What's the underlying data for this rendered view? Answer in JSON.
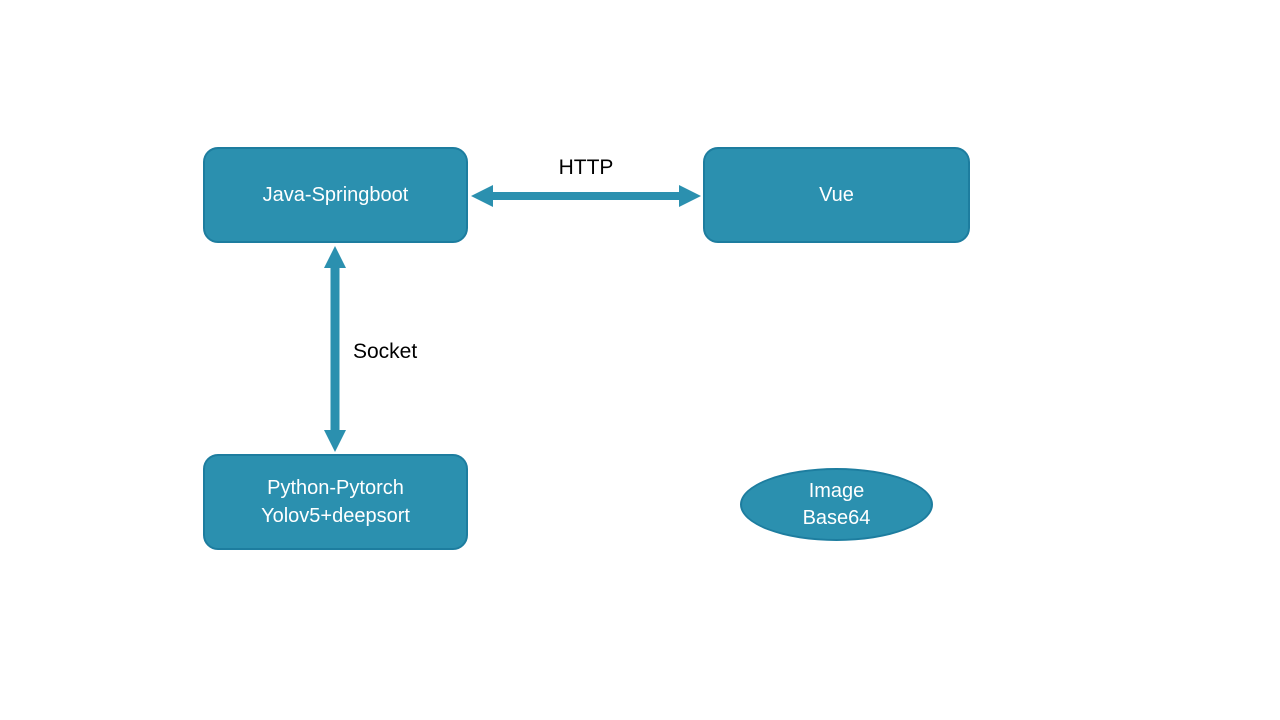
{
  "diagram": {
    "nodes": {
      "java": {
        "label": "Java-Springboot"
      },
      "vue": {
        "label": "Vue"
      },
      "python": {
        "label_line1": "Python-Pytorch",
        "label_line2": "Yolov5+deepsort"
      },
      "image": {
        "label_line1": "Image",
        "label_line2": "Base64"
      }
    },
    "edges": {
      "http": {
        "label": "HTTP"
      },
      "socket": {
        "label": "Socket"
      }
    },
    "colors": {
      "shape_fill": "#2B90AF",
      "shape_border": "#1D7D9F",
      "arrow": "#2B90AF",
      "shape_text": "#FFFFFF",
      "edge_label_text": "#000000",
      "background": "#FFFFFF"
    }
  }
}
